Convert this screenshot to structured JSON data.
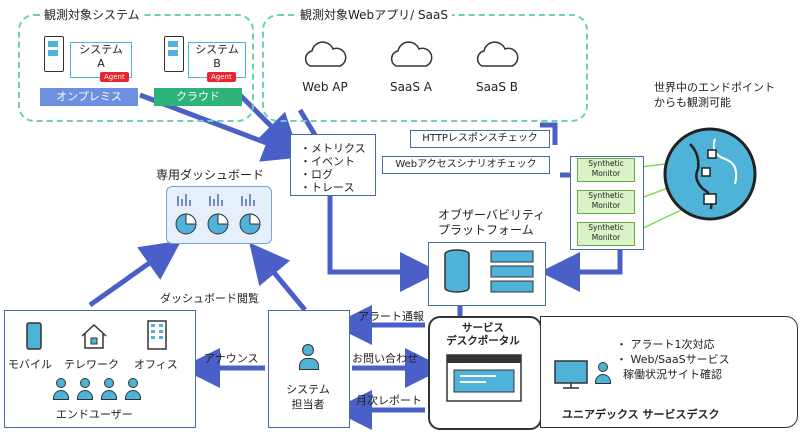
{
  "systems": {
    "title": "観測対象システム",
    "system_a": "システム\nA",
    "system_b": "システム\nB",
    "agent": "Agent",
    "onprem": "オンプレミス",
    "cloud": "クラウド"
  },
  "web_apps": {
    "title": "観測対象Webアプリ/ SaaS",
    "items": [
      "Web AP",
      "SaaS A",
      "SaaS B"
    ]
  },
  "endpoint_note": "世界中のエンドポイント\nからも観測可能",
  "telemetry": [
    "・メトリクス",
    "・イベント",
    "・ログ",
    "・トレース"
  ],
  "checks": {
    "http": "HTTPレスポンスチェック",
    "scenario": "Webアクセスシナリオチェック"
  },
  "synthetic": [
    "Synthetic\nMonitor",
    "Synthetic\nMonitor",
    "Synthetic\nMonitor"
  ],
  "dashboard": {
    "title": "専用ダッシュボード",
    "view": "ダッシュボード閲覧"
  },
  "platform": {
    "title": "オブザーバビリティ\nプラットフォーム"
  },
  "users": {
    "mobile": "モバイル",
    "telework": "テレワーク",
    "office": "オフィス",
    "end_user": "エンドユーザー"
  },
  "announce": "アナウンス",
  "admin": "システム\n担当者",
  "flows": {
    "alert": "アラート通報",
    "inquiry": "お問い合わせ",
    "monthly": "月次レポート"
  },
  "portal": {
    "title": "サービス\nデスクポータル"
  },
  "service_desk": {
    "bullets": [
      "・ アラート1次対応",
      "・ Web/SaaSサービス\n  稼働状況サイト確認"
    ],
    "name": "ユニアデックス サービスデスク"
  },
  "colors": {
    "arrow": "#4a5fc8",
    "accent": "#4fb3d9",
    "agent": "#e8262c",
    "onprem": "#6c8fe0",
    "cloud": "#2db37a",
    "dash": "#6fcfb4"
  }
}
